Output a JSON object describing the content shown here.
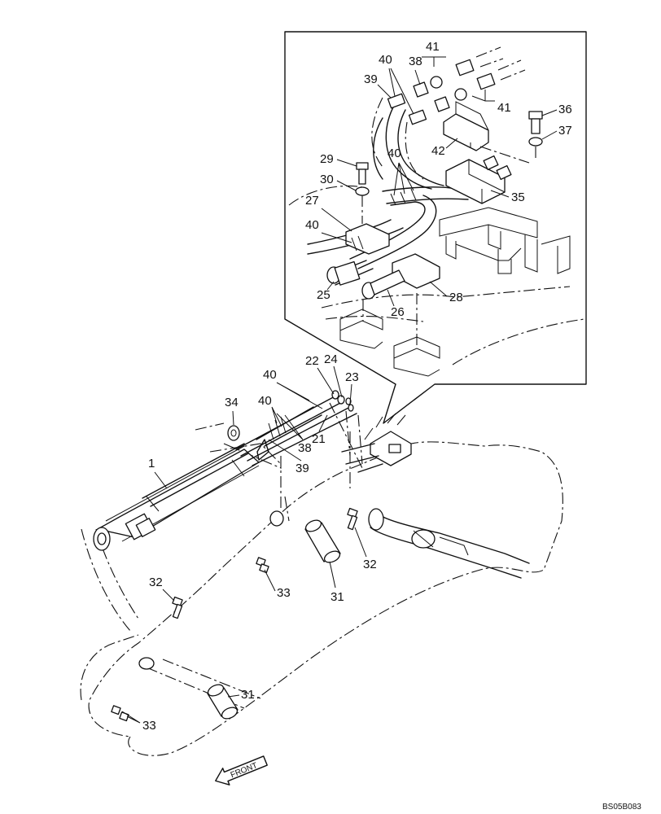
{
  "callouts": {
    "c41a": "41",
    "c41b": "41",
    "c40a": "40",
    "c38a": "38",
    "c39a": "39",
    "c36": "36",
    "c37": "37",
    "c42": "42",
    "c29": "29",
    "c30": "30",
    "c40b": "40",
    "c35": "35",
    "c27": "27",
    "c40c": "40",
    "c25": "25",
    "c28": "28",
    "c26": "26",
    "c22": "22",
    "c24": "24",
    "c23": "23",
    "c40d": "40",
    "c40e": "40",
    "c34": "34",
    "c38b": "38",
    "c21": "21",
    "c39b": "39",
    "c1": "1",
    "c32a": "32",
    "c33a": "33",
    "c31a": "31",
    "c32b": "32",
    "c33b": "33",
    "c31b": "31"
  },
  "front_label": "FRONT",
  "drawing_code": "BS05B083"
}
